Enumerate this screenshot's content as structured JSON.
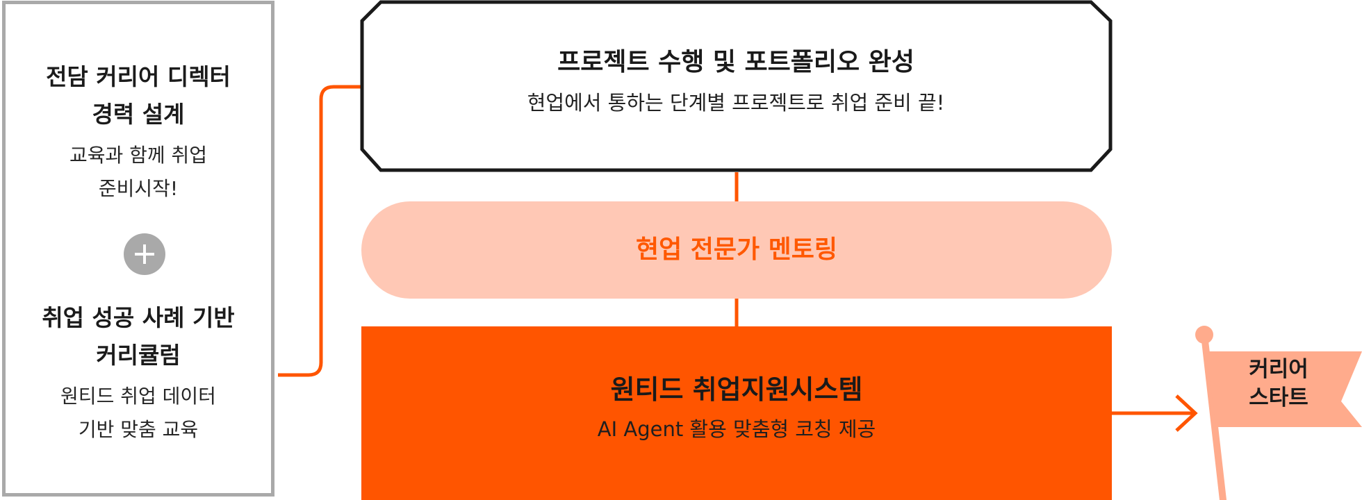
{
  "left_panel": {
    "block1_title_1": "전담 커리어 디렉터",
    "block1_title_2": "경력 설계",
    "block1_sub_1": "교육과 함께 취업",
    "block1_sub_2": "준비시작!",
    "block2_title_1": "취업 성공 사례 기반",
    "block2_title_2": "커리큘럼",
    "block2_sub_1": "원티드 취업 데이터",
    "block2_sub_2": "기반 맞춤 교육"
  },
  "top_box": {
    "title": "프로젝트 수행 및 포트폴리오 완성",
    "subtitle": "현업에서 통하는 단계별 프로젝트로 취업 준비 끝!"
  },
  "middle_pill": {
    "label": "현업 전문가 멘토링"
  },
  "bottom_box": {
    "title": "원티드 취업지원시스템",
    "subtitle": "AI Agent 활용 맞춤형 코칭 제공"
  },
  "flag": {
    "label": "커리어\n스타트"
  },
  "colors": {
    "accent": "#ff5500",
    "pill_bg": "#ffc8b5",
    "pill_text": "#ff5800",
    "left_border": "#a9a9a9",
    "octagon_border": "#1a1a1a",
    "flag": "#ffab8c"
  },
  "icons": {
    "plus": "plus-icon",
    "arrow": "arrow-right-icon",
    "flag": "flag-icon"
  }
}
